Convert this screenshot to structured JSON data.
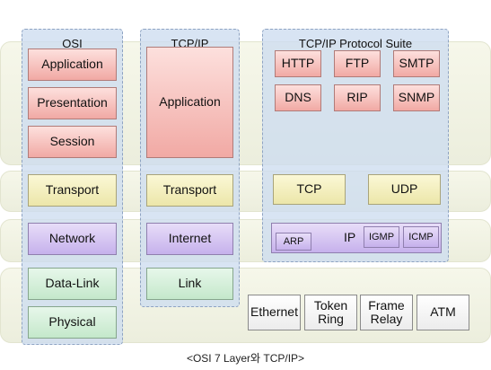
{
  "columns": {
    "osi": "OSI",
    "tcpip": "TCP/IP",
    "suite": "TCP/IP Protocol Suite"
  },
  "osi_layers": {
    "application": "Application",
    "presentation": "Presentation",
    "session": "Session",
    "transport": "Transport",
    "network": "Network",
    "data_link": "Data-Link",
    "physical": "Physical"
  },
  "tcpip_layers": {
    "application": "Application",
    "transport": "Transport",
    "internet": "Internet",
    "link": "Link"
  },
  "protocols": {
    "http": "HTTP",
    "ftp": "FTP",
    "smtp": "SMTP",
    "dns": "DNS",
    "rip": "RIP",
    "snmp": "SNMP",
    "tcp": "TCP",
    "udp": "UDP",
    "ip": "IP",
    "arp": "ARP",
    "igmp": "IGMP",
    "icmp": "ICMP"
  },
  "link_tech": {
    "ethernet": "Ethernet",
    "token_ring": "Token\nRing",
    "frame_relay": "Frame\nRelay",
    "atm": "ATM"
  },
  "colors": {
    "application_group": "#f3b3ae",
    "transport_group": "#f2eeb8",
    "network_group": "#cdb9ef",
    "link_group": "#cdebd2",
    "column_background": "#cddcf0"
  },
  "caption": "<OSI 7 Layer와 TCP/IP>"
}
